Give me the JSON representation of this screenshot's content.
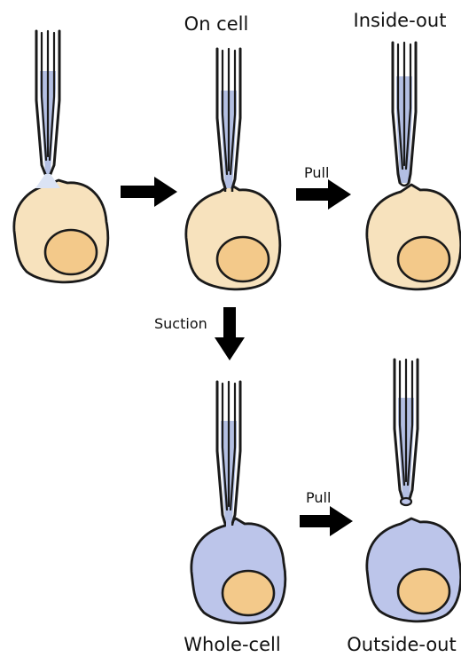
{
  "labels": {
    "on_cell": "On cell",
    "inside_out": "Inside-out",
    "pull_top": "Pull",
    "suction": "Suction",
    "pull_bottom": "Pull",
    "whole_cell": "Whole-cell",
    "outside_out": "Outside-out"
  },
  "colors": {
    "cell_fill": "#f7e2bd",
    "nucleus_fill": "#f3c98a",
    "whole_cell_fill": "#bcc5ea",
    "pipette_solution": "#b3bfe3",
    "outline": "#1a1a1a",
    "arrow": "#000000"
  },
  "panels": [
    {
      "id": "approach",
      "mode": "approach"
    },
    {
      "id": "on-cell",
      "mode": "sealed"
    },
    {
      "id": "inside-out",
      "mode": "pulled-patch"
    },
    {
      "id": "whole-cell",
      "mode": "whole-cell"
    },
    {
      "id": "outside-out",
      "mode": "pulled-vesicle"
    }
  ]
}
